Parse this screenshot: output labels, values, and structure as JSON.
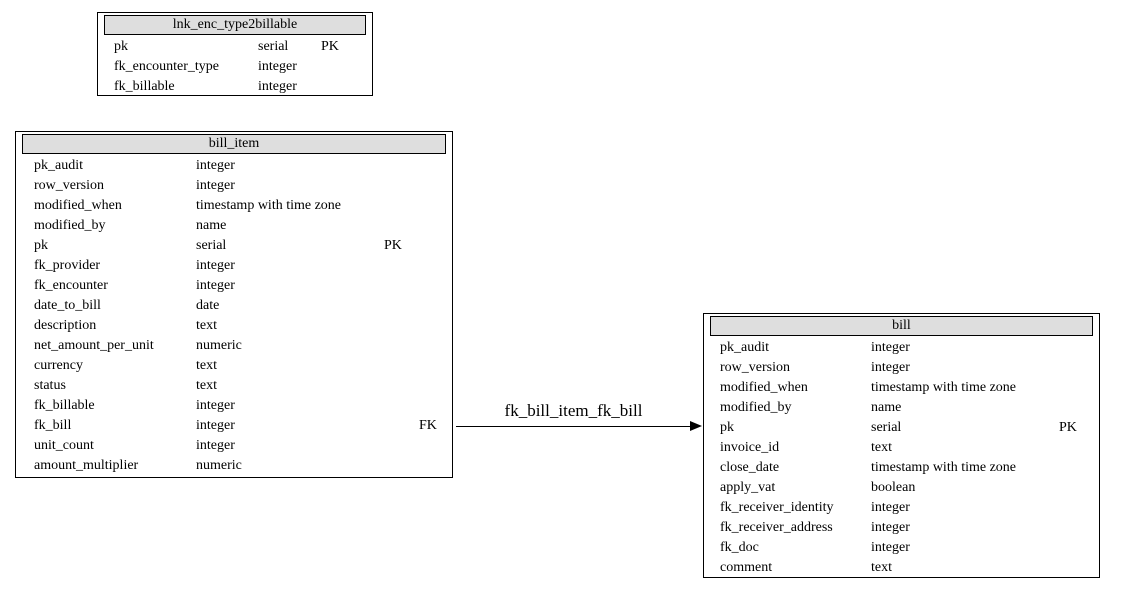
{
  "colors": {
    "border": "#000000",
    "title_bg": "#dedede",
    "background": "#ffffff",
    "text": "#000000"
  },
  "tables": [
    {
      "title": "lnk_enc_type2billable",
      "rows": [
        [
          "pk",
          "serial",
          "PK",
          ""
        ],
        [
          "fk_encounter_type",
          "integer",
          "",
          ""
        ],
        [
          "fk_billable",
          "integer",
          "",
          ""
        ]
      ]
    },
    {
      "title": "bill_item",
      "rows": [
        [
          "pk_audit",
          "integer",
          "",
          ""
        ],
        [
          "row_version",
          "integer",
          "",
          ""
        ],
        [
          "modified_when",
          "timestamp with time zone",
          "",
          ""
        ],
        [
          "modified_by",
          "name",
          "",
          ""
        ],
        [
          "pk",
          "serial",
          "PK",
          ""
        ],
        [
          "fk_provider",
          "integer",
          "",
          ""
        ],
        [
          "fk_encounter",
          "integer",
          "",
          ""
        ],
        [
          "date_to_bill",
          "date",
          "",
          ""
        ],
        [
          "description",
          "text",
          "",
          ""
        ],
        [
          "net_amount_per_unit",
          "numeric",
          "",
          ""
        ],
        [
          "currency",
          "text",
          "",
          ""
        ],
        [
          "status",
          "text",
          "",
          ""
        ],
        [
          "fk_billable",
          "integer",
          "",
          ""
        ],
        [
          "fk_bill",
          "integer",
          "",
          "FK"
        ],
        [
          "unit_count",
          "integer",
          "",
          ""
        ],
        [
          "amount_multiplier",
          "numeric",
          "",
          ""
        ]
      ]
    },
    {
      "title": "bill",
      "rows": [
        [
          "pk_audit",
          "integer",
          "",
          ""
        ],
        [
          "row_version",
          "integer",
          "",
          ""
        ],
        [
          "modified_when",
          "timestamp with time zone",
          "",
          ""
        ],
        [
          "modified_by",
          "name",
          "",
          ""
        ],
        [
          "pk",
          "serial",
          "PK",
          ""
        ],
        [
          "invoice_id",
          "text",
          "",
          ""
        ],
        [
          "close_date",
          "timestamp with time zone",
          "",
          ""
        ],
        [
          "apply_vat",
          "boolean",
          "",
          ""
        ],
        [
          "fk_receiver_identity",
          "integer",
          "",
          ""
        ],
        [
          "fk_receiver_address",
          "integer",
          "",
          ""
        ],
        [
          "fk_doc",
          "integer",
          "",
          ""
        ],
        [
          "comment",
          "text",
          "",
          ""
        ]
      ]
    }
  ],
  "edge": {
    "label": "fk_bill_item_fk_bill",
    "from_table": "bill_item",
    "from_column": "fk_bill",
    "to_table": "bill",
    "to_column": "pk"
  }
}
